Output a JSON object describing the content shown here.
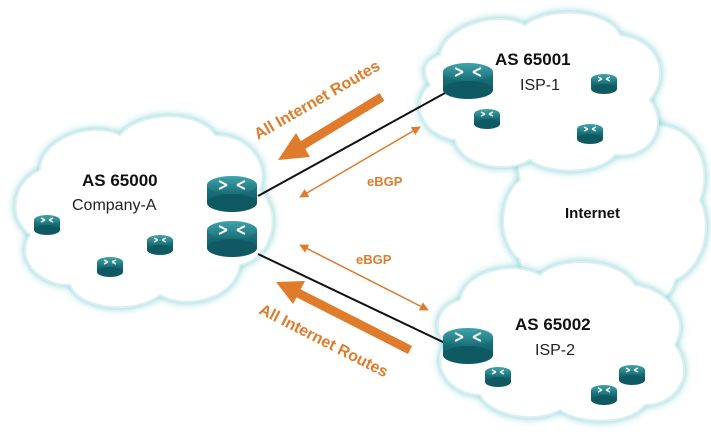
{
  "clouds": {
    "company": {
      "as_number": "AS 65000",
      "name": "Company-A"
    },
    "isp1": {
      "as_number": "AS 65001",
      "name": "ISP-1"
    },
    "isp2": {
      "as_number": "AS 65002",
      "name": "ISP-2"
    },
    "internet": {
      "label": "Internet"
    }
  },
  "links": {
    "ebgp_top": "eBGP",
    "ebgp_bottom": "eBGP"
  },
  "routes": {
    "top": "All Internet Routes",
    "bottom": "All Internet Routes"
  },
  "colors": {
    "accent": "#e07b2c",
    "cloud_fill": "#ffffff",
    "cloud_outline": "#7fcfd2",
    "router": "#1b7d86"
  },
  "icons": [
    "router-icon",
    "cloud-shape",
    "arrow-icon"
  ]
}
